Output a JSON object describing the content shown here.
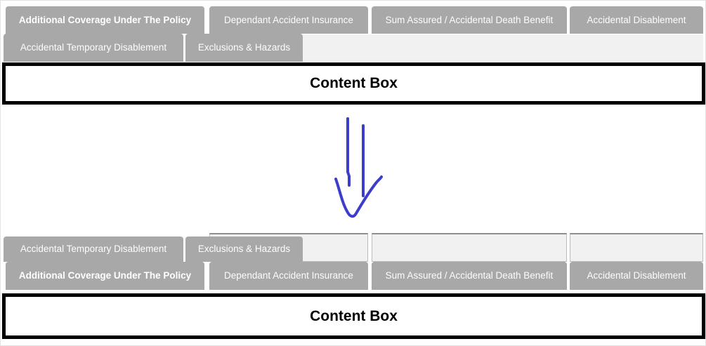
{
  "tabs": {
    "row1": [
      "Additional Coverage Under The Policy",
      "Dependant Accident Insurance",
      "Sum Assured / Accidental Death Benefit",
      "Accidental Disablement"
    ],
    "row2": [
      "Accidental Temporary Disablement",
      "Exclusions & Hazards"
    ],
    "active_tab": "Additional Coverage Under The Policy"
  },
  "content_box": {
    "label": "Content Box"
  },
  "annotation": {
    "type": "hand-drawn-down-arrow",
    "color": "#3d3dcb"
  },
  "colors": {
    "tab_background": "#a8a8a8",
    "tab_text": "#ffffff",
    "empty_slot_background": "#f1f1f1",
    "empty_slot_border": "#8f8f8f",
    "content_box_border": "#000000",
    "content_box_background": "#ffffff"
  }
}
